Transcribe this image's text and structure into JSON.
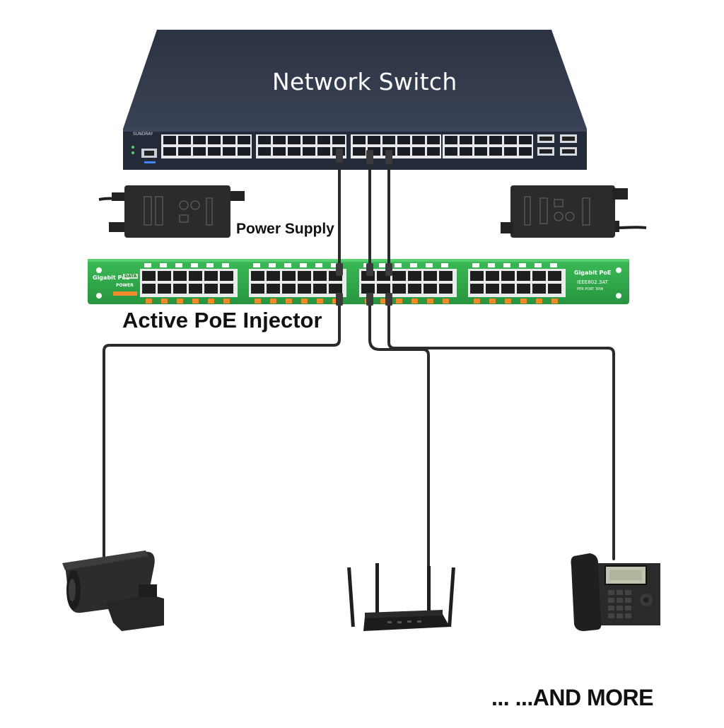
{
  "labels": {
    "network_switch": "Network Switch",
    "power_supply": "Power Supply",
    "injector": "Active PoE Injector",
    "and_more": "... ...AND MORE"
  },
  "switch_panel": {
    "brand": "SUNDRAY"
  },
  "injector_panel": {
    "left_title": "Gigabit PoE",
    "data_tag": "DATA",
    "power_tag": "POWER",
    "right_title": "Gigabit PoE",
    "standard": "IEEE802.3AT",
    "per_port": "PER PORT 30W"
  },
  "devices": [
    "camera-icon",
    "router-icon",
    "ip-phone-icon"
  ],
  "colors": {
    "switch_body": "#2f3748",
    "injector_body": "#2ea74a",
    "port_led": "#f08a2a",
    "cable": "#2a2a2a",
    "adapter": "#2b2b2b"
  }
}
